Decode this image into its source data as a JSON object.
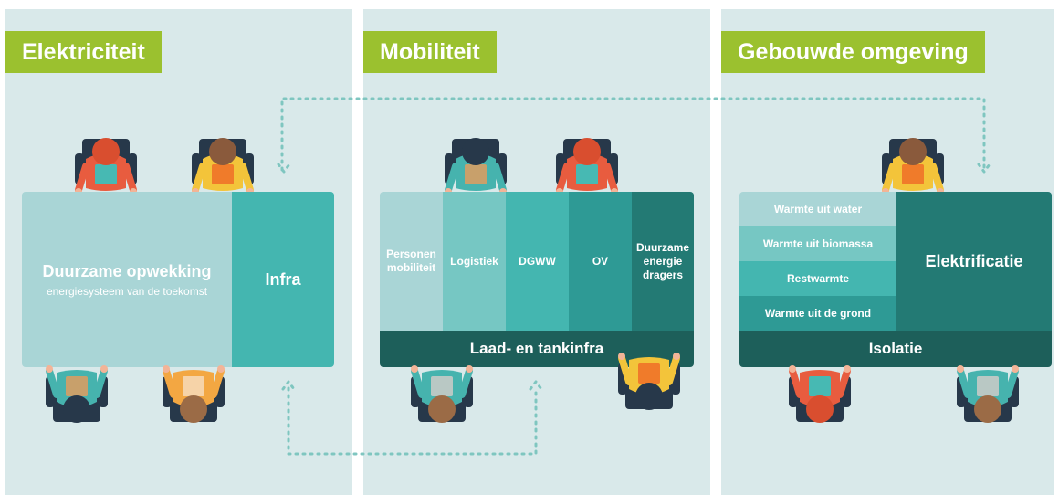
{
  "panels": [
    {
      "title": "Elektriciteit"
    },
    {
      "title": "Mobiliteit"
    },
    {
      "title": "Gebouwde omgeving"
    }
  ],
  "elektriciteit": {
    "main_title": "Duurzame opwekking",
    "main_subtitle": "energiesysteem van de toekomst",
    "infra": "Infra"
  },
  "mobiliteit": {
    "columns": [
      "Personen\nmobiliteit",
      "Logistiek",
      "DGWW",
      "OV",
      "Duurzame\nenergie\ndragers"
    ],
    "base": "Laad- en tankinfra"
  },
  "gebouwde_omgeving": {
    "rows": [
      "Warmte uit water",
      "Warmte uit biomassa",
      "Restwarmte",
      "Warmte uit de grond"
    ],
    "side": "Elektrificatie",
    "base": "Isolatie"
  },
  "colors": {
    "panel_bg": "#d9e9ea",
    "tag_green": "#9bc12f",
    "teal_light": "#a9d5d6",
    "teal": "#44b6b0",
    "teal_dark": "#237a74",
    "teal_darker": "#1d5f5a"
  },
  "icons": [
    "person-top-view-icon",
    "dotted-connector-arrow-icon"
  ]
}
